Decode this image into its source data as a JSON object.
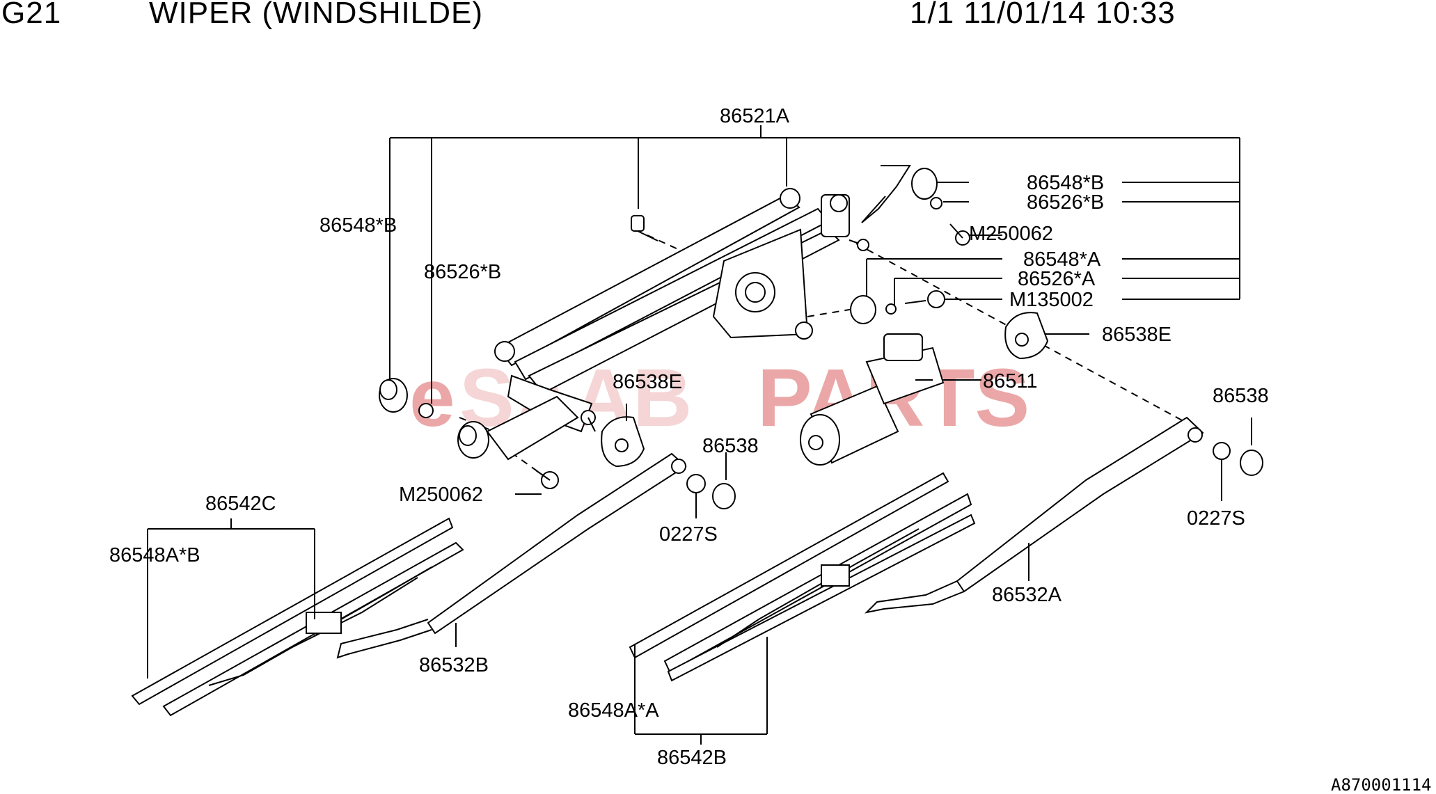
{
  "header": {
    "group_code": "G21",
    "title": "WIPER (WINDSHILDE)",
    "page_info": "1/1 11/01/14 10:33"
  },
  "watermark": {
    "text_e": "e",
    "text_saab": "SAAB",
    "text_parts": "PARTS",
    "color": "#e58a8a"
  },
  "callouts": {
    "c86521A": "86521A",
    "c86548B_left": "86548*B",
    "c86526B_left": "86526*B",
    "c86548B_right": "86548*B",
    "c86526B_right": "86526*B",
    "cM250062_right": "M250062",
    "c86548A": "86548*A",
    "c86526A": "86526*A",
    "cM135002": "M135002",
    "c86538E_right": "86538E",
    "c86538E_mid": "86538E",
    "c86511": "86511",
    "c86538_mid": "86538",
    "c86538_right": "86538",
    "cM250062_left": "M250062",
    "c0227S_mid": "0227S",
    "c0227S_right": "0227S",
    "c86542C": "86542C",
    "c86548AB": "86548A*B",
    "c86532B": "86532B",
    "c86532A": "86532A",
    "c86548AA": "86548A*A",
    "c86542B": "86542B"
  },
  "reference_code": "A870001114"
}
